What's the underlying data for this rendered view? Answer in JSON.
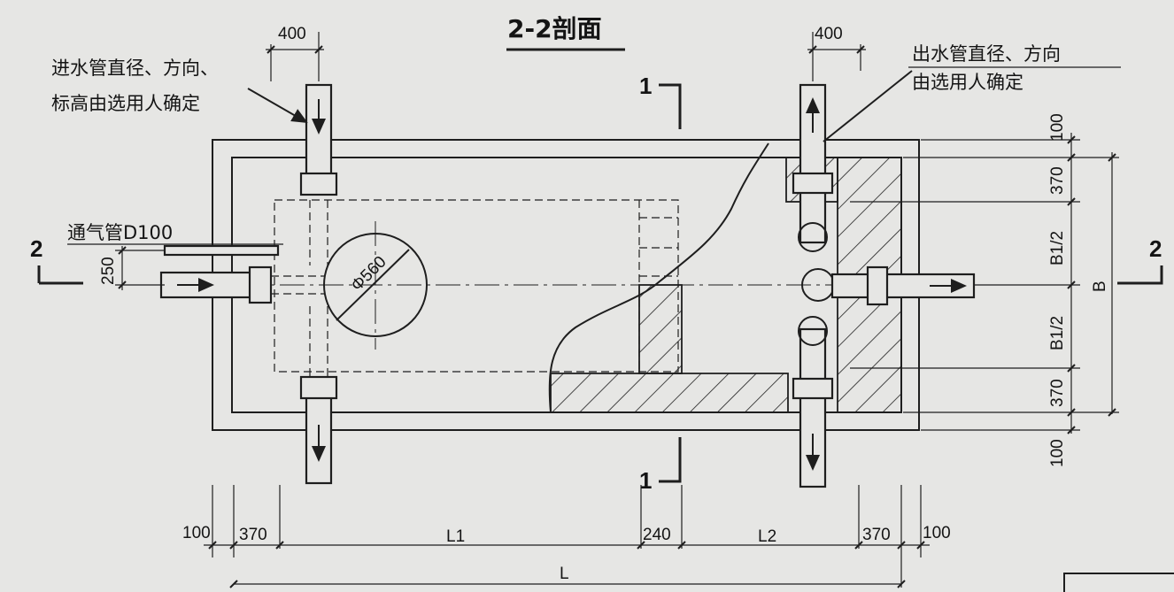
{
  "title": "2-2剖面",
  "notes": {
    "inlet_line1": "进水管直径、方向、",
    "inlet_line2": "标高由选用人确定",
    "outlet_line1": "出水管直径、方向",
    "outlet_line2": "由选用人确定",
    "vent": "通气管D100",
    "manhole": "Φ560"
  },
  "section_marks": {
    "left": "2",
    "right": "2",
    "top": "1",
    "bottom": "1"
  },
  "dims_top": {
    "left_pipe": "400",
    "right_pipe": "400"
  },
  "dims_left": {
    "vent_offset": "250"
  },
  "dims_right": {
    "d1": "100",
    "d2": "370",
    "d3": "B1/2",
    "d4": "B1/2",
    "d5": "370",
    "d6": "100",
    "total": "B"
  },
  "dims_bottom": {
    "d1": "100",
    "d2": "370",
    "d3": "L1",
    "d4": "240",
    "d5": "L2",
    "d6": "370",
    "d7": "100",
    "total": "L"
  }
}
